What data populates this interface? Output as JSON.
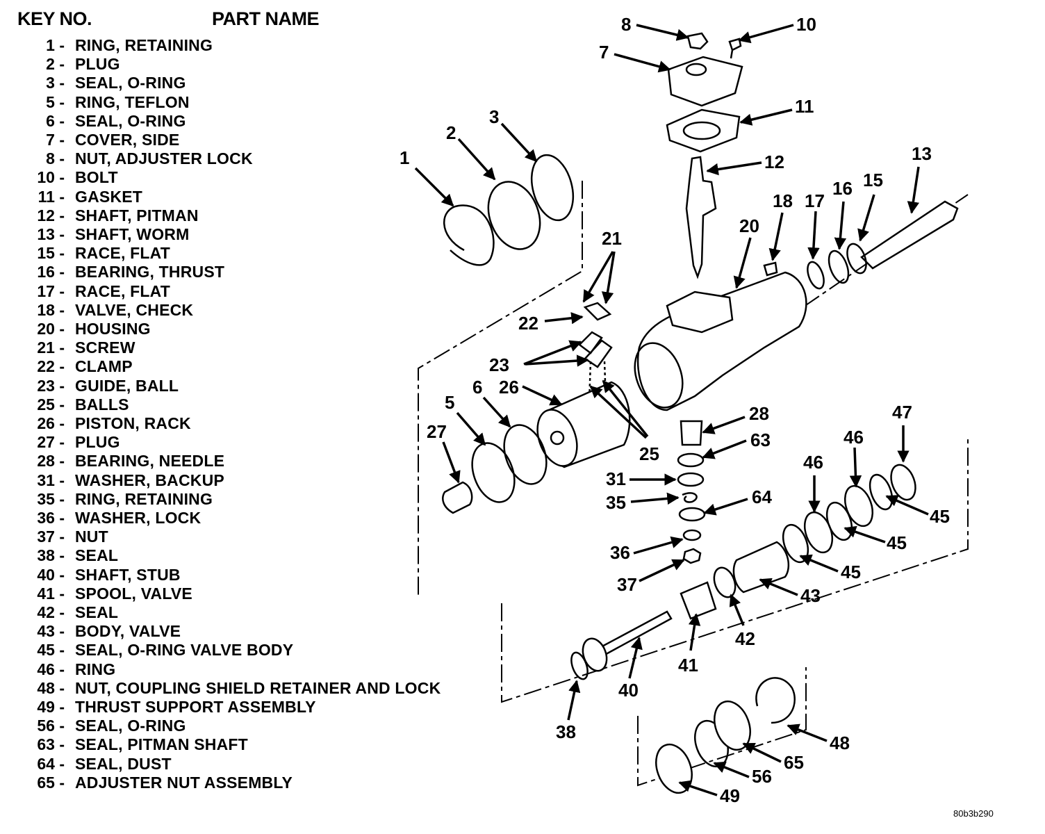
{
  "header": {
    "key_no": "KEY NO.",
    "part_name": "PART NAME"
  },
  "legend": [
    {
      "key": "1 -",
      "name": "RING, RETAINING"
    },
    {
      "key": "2 -",
      "name": "PLUG"
    },
    {
      "key": "3 -",
      "name": "SEAL, O-RING"
    },
    {
      "key": "5 -",
      "name": "RING, TEFLON"
    },
    {
      "key": "6 -",
      "name": "SEAL, O-RING"
    },
    {
      "key": "7 -",
      "name": "COVER, SIDE"
    },
    {
      "key": "8 -",
      "name": "NUT, ADJUSTER LOCK"
    },
    {
      "key": "10 -",
      "name": "BOLT"
    },
    {
      "key": "11 -",
      "name": "GASKET"
    },
    {
      "key": "12 -",
      "name": "SHAFT, PITMAN"
    },
    {
      "key": "13 -",
      "name": "SHAFT, WORM"
    },
    {
      "key": "15 -",
      "name": "RACE, FLAT"
    },
    {
      "key": "16 -",
      "name": "BEARING, THRUST"
    },
    {
      "key": "17 -",
      "name": "RACE, FLAT"
    },
    {
      "key": "18 -",
      "name": "VALVE, CHECK"
    },
    {
      "key": "20 -",
      "name": "HOUSING"
    },
    {
      "key": "21 -",
      "name": "SCREW"
    },
    {
      "key": "22 -",
      "name": "CLAMP"
    },
    {
      "key": "23 -",
      "name": "GUIDE, BALL"
    },
    {
      "key": "25 -",
      "name": "BALLS"
    },
    {
      "key": "26 -",
      "name": "PISTON, RACK"
    },
    {
      "key": "27 -",
      "name": "PLUG"
    },
    {
      "key": "28 -",
      "name": "BEARING, NEEDLE"
    },
    {
      "key": "31 -",
      "name": "WASHER, BACKUP"
    },
    {
      "key": "35 -",
      "name": "RING, RETAINING"
    },
    {
      "key": "36 -",
      "name": "WASHER, LOCK"
    },
    {
      "key": "37 -",
      "name": "NUT"
    },
    {
      "key": "38 -",
      "name": "SEAL"
    },
    {
      "key": "40 -",
      "name": "SHAFT, STUB"
    },
    {
      "key": "41 -",
      "name": "SPOOL, VALVE"
    },
    {
      "key": "42 -",
      "name": "SEAL"
    },
    {
      "key": "43 -",
      "name": "BODY, VALVE"
    },
    {
      "key": "45 -",
      "name": "SEAL, O-RING VALVE BODY"
    },
    {
      "key": "46 -",
      "name": "RING"
    },
    {
      "key": "48 -",
      "name": "NUT, COUPLING SHIELD RETAINER AND LOCK"
    },
    {
      "key": "49 -",
      "name": "THRUST SUPPORT ASSEMBLY"
    },
    {
      "key": "56 -",
      "name": "SEAL, O-RING"
    },
    {
      "key": "63 -",
      "name": "SEAL, PITMAN SHAFT"
    },
    {
      "key": "64 -",
      "name": "SEAL, DUST"
    },
    {
      "key": "65 -",
      "name": "ADJUSTER NUT ASSEMBLY"
    }
  ],
  "callouts": {
    "c1": "1",
    "c2": "2",
    "c3": "3",
    "c5": "5",
    "c6": "6",
    "c7": "7",
    "c8": "8",
    "c10": "10",
    "c11": "11",
    "c12": "12",
    "c13": "13",
    "c15": "15",
    "c16": "16",
    "c17": "17",
    "c18": "18",
    "c20": "20",
    "c21": "21",
    "c22": "22",
    "c23": "23",
    "c25": "25",
    "c26": "26",
    "c27": "27",
    "c28": "28",
    "c31": "31",
    "c35": "35",
    "c36": "36",
    "c37": "37",
    "c38": "38",
    "c40": "40",
    "c41": "41",
    "c42": "42",
    "c43": "43",
    "c45a": "45",
    "c45b": "45",
    "c45c": "45",
    "c46a": "46",
    "c46b": "46",
    "c47": "47",
    "c48": "48",
    "c49": "49",
    "c56": "56",
    "c63": "63",
    "c64": "64",
    "c65": "65"
  },
  "figure_code": "80b3b290"
}
